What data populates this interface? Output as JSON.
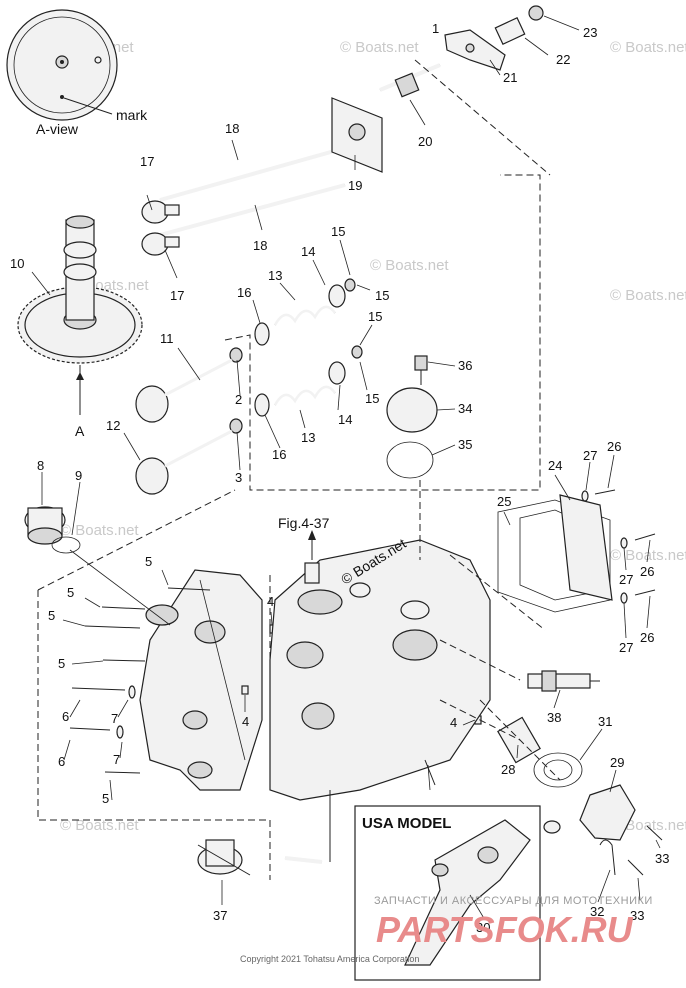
{
  "diagram": {
    "view_label": "A-view",
    "mark_label": "mark",
    "view_ref": "A",
    "fig_ref": "Fig.4-37",
    "usa_label": "USA MODEL",
    "copyright": "Copyright 2021 Tohatsu America Corporation",
    "watermark": "© Boats.net",
    "brand_top": "ЗАПЧАСТИ И АКСЕССУАРЫ ДЛЯ МОТОТЕХНИКИ",
    "brand_big": "PARTSFOK.RU",
    "part_numbers": {
      "p1": "1",
      "p2": "2",
      "p3": "3",
      "p4a": "4",
      "p4b": "4",
      "p4c": "4",
      "p5a": "5",
      "p5b": "5",
      "p5c": "5",
      "p5d": "5",
      "p5e": "5",
      "p6a": "6",
      "p6b": "6",
      "p7a": "7",
      "p7b": "7",
      "p8": "8",
      "p9": "9",
      "p10": "10",
      "p11": "11",
      "p12": "12",
      "p13a": "13",
      "p13b": "13",
      "p14a": "14",
      "p14b": "14",
      "p15a": "15",
      "p15b": "15",
      "p15c": "15",
      "p15d": "15",
      "p16a": "16",
      "p16b": "16",
      "p17a": "17",
      "p17b": "17",
      "p18a": "18",
      "p18b": "18",
      "p19": "19",
      "p20": "20",
      "p21": "21",
      "p22": "22",
      "p23": "23",
      "p24": "24",
      "p25": "25",
      "p26a": "26",
      "p26b": "26",
      "p26c": "26",
      "p27a": "27",
      "p27b": "27",
      "p27c": "27",
      "p28": "28",
      "p29": "29",
      "p30": "30",
      "p31": "31",
      "p32": "32",
      "p33a": "33",
      "p33b": "33",
      "p34": "34",
      "p35": "35",
      "p36": "36",
      "p37": "37",
      "p38": "38"
    }
  }
}
